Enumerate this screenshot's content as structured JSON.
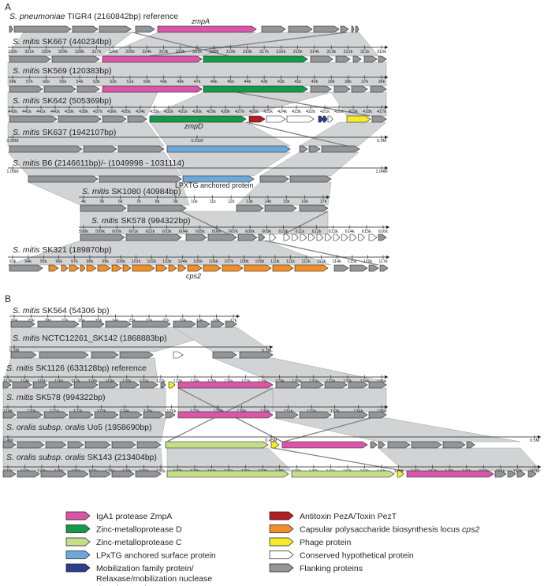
{
  "panels": {
    "a": "A",
    "b": "B"
  },
  "colors": {
    "zmpA": "#d957a8",
    "zmpD": "#149a4a",
    "zmpC": "#c5dc88",
    "lpxtg": "#6ea8d8",
    "mobilization": "#2e3d8c",
    "antitoxin": "#b11f24",
    "capsular": "#ee8f2a",
    "phage": "#f6ea2b",
    "hypothetical": "#ffffff",
    "flanking": "#939598",
    "shade": "#d1d3d4"
  },
  "panel_a": {
    "rows": [
      {
        "species": "S. pneumoniae",
        "rest": " TIGR4 (2160842bp) reference"
      },
      {
        "species": "S. mitis",
        "rest": " SK667 (440234bp)"
      },
      {
        "species": "S. mitis",
        "rest": " SK569 (120383bp)"
      },
      {
        "species": "S. mitis",
        "rest": " SK642 (505369bp)"
      },
      {
        "species": "S. mitis",
        "rest": " SK637 (1942107bp)"
      },
      {
        "species": "S. mitis",
        "rest": " B6 (2146611bp)/- (1049998 - 1031114)"
      },
      {
        "species": "S. mitis",
        "rest": " SK1080 (40984bp)"
      },
      {
        "species": "S. mitis",
        "rest": " SK578 (994322bp)"
      },
      {
        "species": "S. mitis",
        "rest": " SK321 (189870bp)"
      }
    ],
    "gene_labels": {
      "zmpA": "zmpA",
      "zmpD": "zmpD",
      "lpxtg": "LPXTG anchored protein",
      "cps2": "cps2"
    },
    "ticks": [
      [
        "332k",
        "331k",
        "330k",
        "329k",
        "328k",
        "327k",
        "326k",
        "325k",
        "324k",
        "323k",
        "322k",
        "321k",
        "320k",
        "319k",
        "318k",
        "317k",
        "316k",
        "315k",
        "314k",
        "313k",
        "312k",
        "311k",
        "310k"
      ],
      [
        "58k",
        "57k",
        "56k",
        "55k",
        "54k",
        "53k",
        "52k",
        "51k",
        "50k",
        "49k",
        "48k",
        "47k",
        "46k",
        "45k",
        "44k",
        "43k",
        "42k",
        "41k",
        "40k",
        "39k",
        "38k",
        "37k",
        "36k"
      ],
      [
        "443k",
        "442k",
        "441k",
        "440k",
        "439k",
        "438k",
        "437k",
        "436k",
        "435k",
        "434k",
        "433k",
        "432k",
        "431k",
        "430k",
        "429k",
        "428k",
        "427k",
        "426k",
        "425k",
        "424k",
        "423k",
        "422k",
        "421k",
        "420k",
        "419k",
        "418k",
        "417k"
      ],
      [
        "0.92M",
        "0.91M",
        "0.9M"
      ],
      [
        "1.05M",
        "1.04M"
      ],
      [
        "4k",
        "5k",
        "6k",
        "7k",
        "8k",
        "9k",
        "10k",
        "11k",
        "12k",
        "13k",
        "14k",
        "15k",
        "16k",
        "17k"
      ],
      [
        "598k",
        "599k",
        "600k",
        "601k",
        "602k",
        "603k",
        "604k",
        "605k",
        "606k",
        "607k",
        "608k",
        "609k",
        "610k",
        "611k",
        "612k",
        "613k",
        "614k",
        "615k",
        "616k"
      ],
      [
        "93k",
        "94k",
        "95k",
        "96k",
        "97k",
        "98k",
        "99k",
        "100k",
        "101k",
        "102k",
        "103k",
        "104k",
        "105k",
        "106k",
        "107k",
        "108k",
        "109k",
        "110k",
        "111k",
        "112k",
        "113k",
        "114k",
        "115k",
        "116k",
        "117k"
      ]
    ]
  },
  "panel_b": {
    "rows": [
      {
        "species": "S. mitis",
        "rest": " SK564 (54306 bp)"
      },
      {
        "species": "S. mitis",
        "rest": " NCTC12261_SK142 (1868883bp)"
      },
      {
        "species": "S. mitis",
        "rest": " SK1126 (633128bp) reference"
      },
      {
        "species": "S. mitis",
        "rest": " SK578 (994322bp)"
      },
      {
        "species": "S. oralis subsp. oralis",
        "rest": " Uo5 (1958690bp)"
      },
      {
        "species": "S. oralis subsp. oralis",
        "rest": " SK143 (213404bp)"
      }
    ],
    "ticks": [
      [
        "30k",
        "29k",
        "28k",
        "27k",
        "26k",
        "25k",
        "24k",
        "23k",
        "22k",
        "21k",
        "20k",
        "19k",
        "18k",
        "17k"
      ],
      [
        "0.3M",
        "0.1M"
      ],
      [
        "113k",
        "114k",
        "115k",
        "116k",
        "117k",
        "118k",
        "119k",
        "120k",
        "121k",
        "122k",
        "123k",
        "124k",
        "125k",
        "126k",
        "127k",
        "128k",
        "129k",
        "130k",
        "131k",
        "132k",
        "133k",
        "134k",
        "135k"
      ],
      [
        "119k",
        "120k",
        "121k",
        "122k",
        "123k",
        "124k",
        "125k",
        "126k",
        "127k",
        "128k",
        "129k",
        "130k",
        "131k",
        "132k",
        "133k",
        "134k",
        "135k"
      ],
      [
        "0.4M",
        "0.45M",
        "0.5M"
      ],
      [
        "122k",
        "123k",
        "124k",
        "125k",
        "126k",
        "127k",
        "128k",
        "129k",
        "130k",
        "131k",
        "132k",
        "133k",
        "134k",
        "135k",
        "136k",
        "137k",
        "138k",
        "139k",
        "140k",
        "141k",
        "142k",
        "143k",
        "144k",
        "145k",
        "146k",
        "147k",
        "148k",
        "149k",
        "150k",
        "151k",
        "152k",
        "153k"
      ]
    ]
  },
  "legend": [
    {
      "key": "zmpA",
      "label": "IgA1 protease ZmpA"
    },
    {
      "key": "zmpD",
      "label": "Zinc-metalloprotease D"
    },
    {
      "key": "zmpC",
      "label": "Zinc-metalloprotease C"
    },
    {
      "key": "lpxtg",
      "label": "LPxTG anchored surface protein"
    },
    {
      "key": "mobilization",
      "label": "Mobilization family protein/ Relaxase/mobilization nuclease domain protein"
    },
    {
      "key": "antitoxin",
      "label": "Antitoxin PezA/Toxin PezT"
    },
    {
      "key": "capsular",
      "label": "Capsular polysaccharide biosynthesis locus cps2"
    },
    {
      "key": "phage",
      "label": "Phage protein"
    },
    {
      "key": "hypothetical",
      "label": "Conserved hypothetical protein"
    },
    {
      "key": "flanking",
      "label": "Flanking proteins"
    }
  ]
}
